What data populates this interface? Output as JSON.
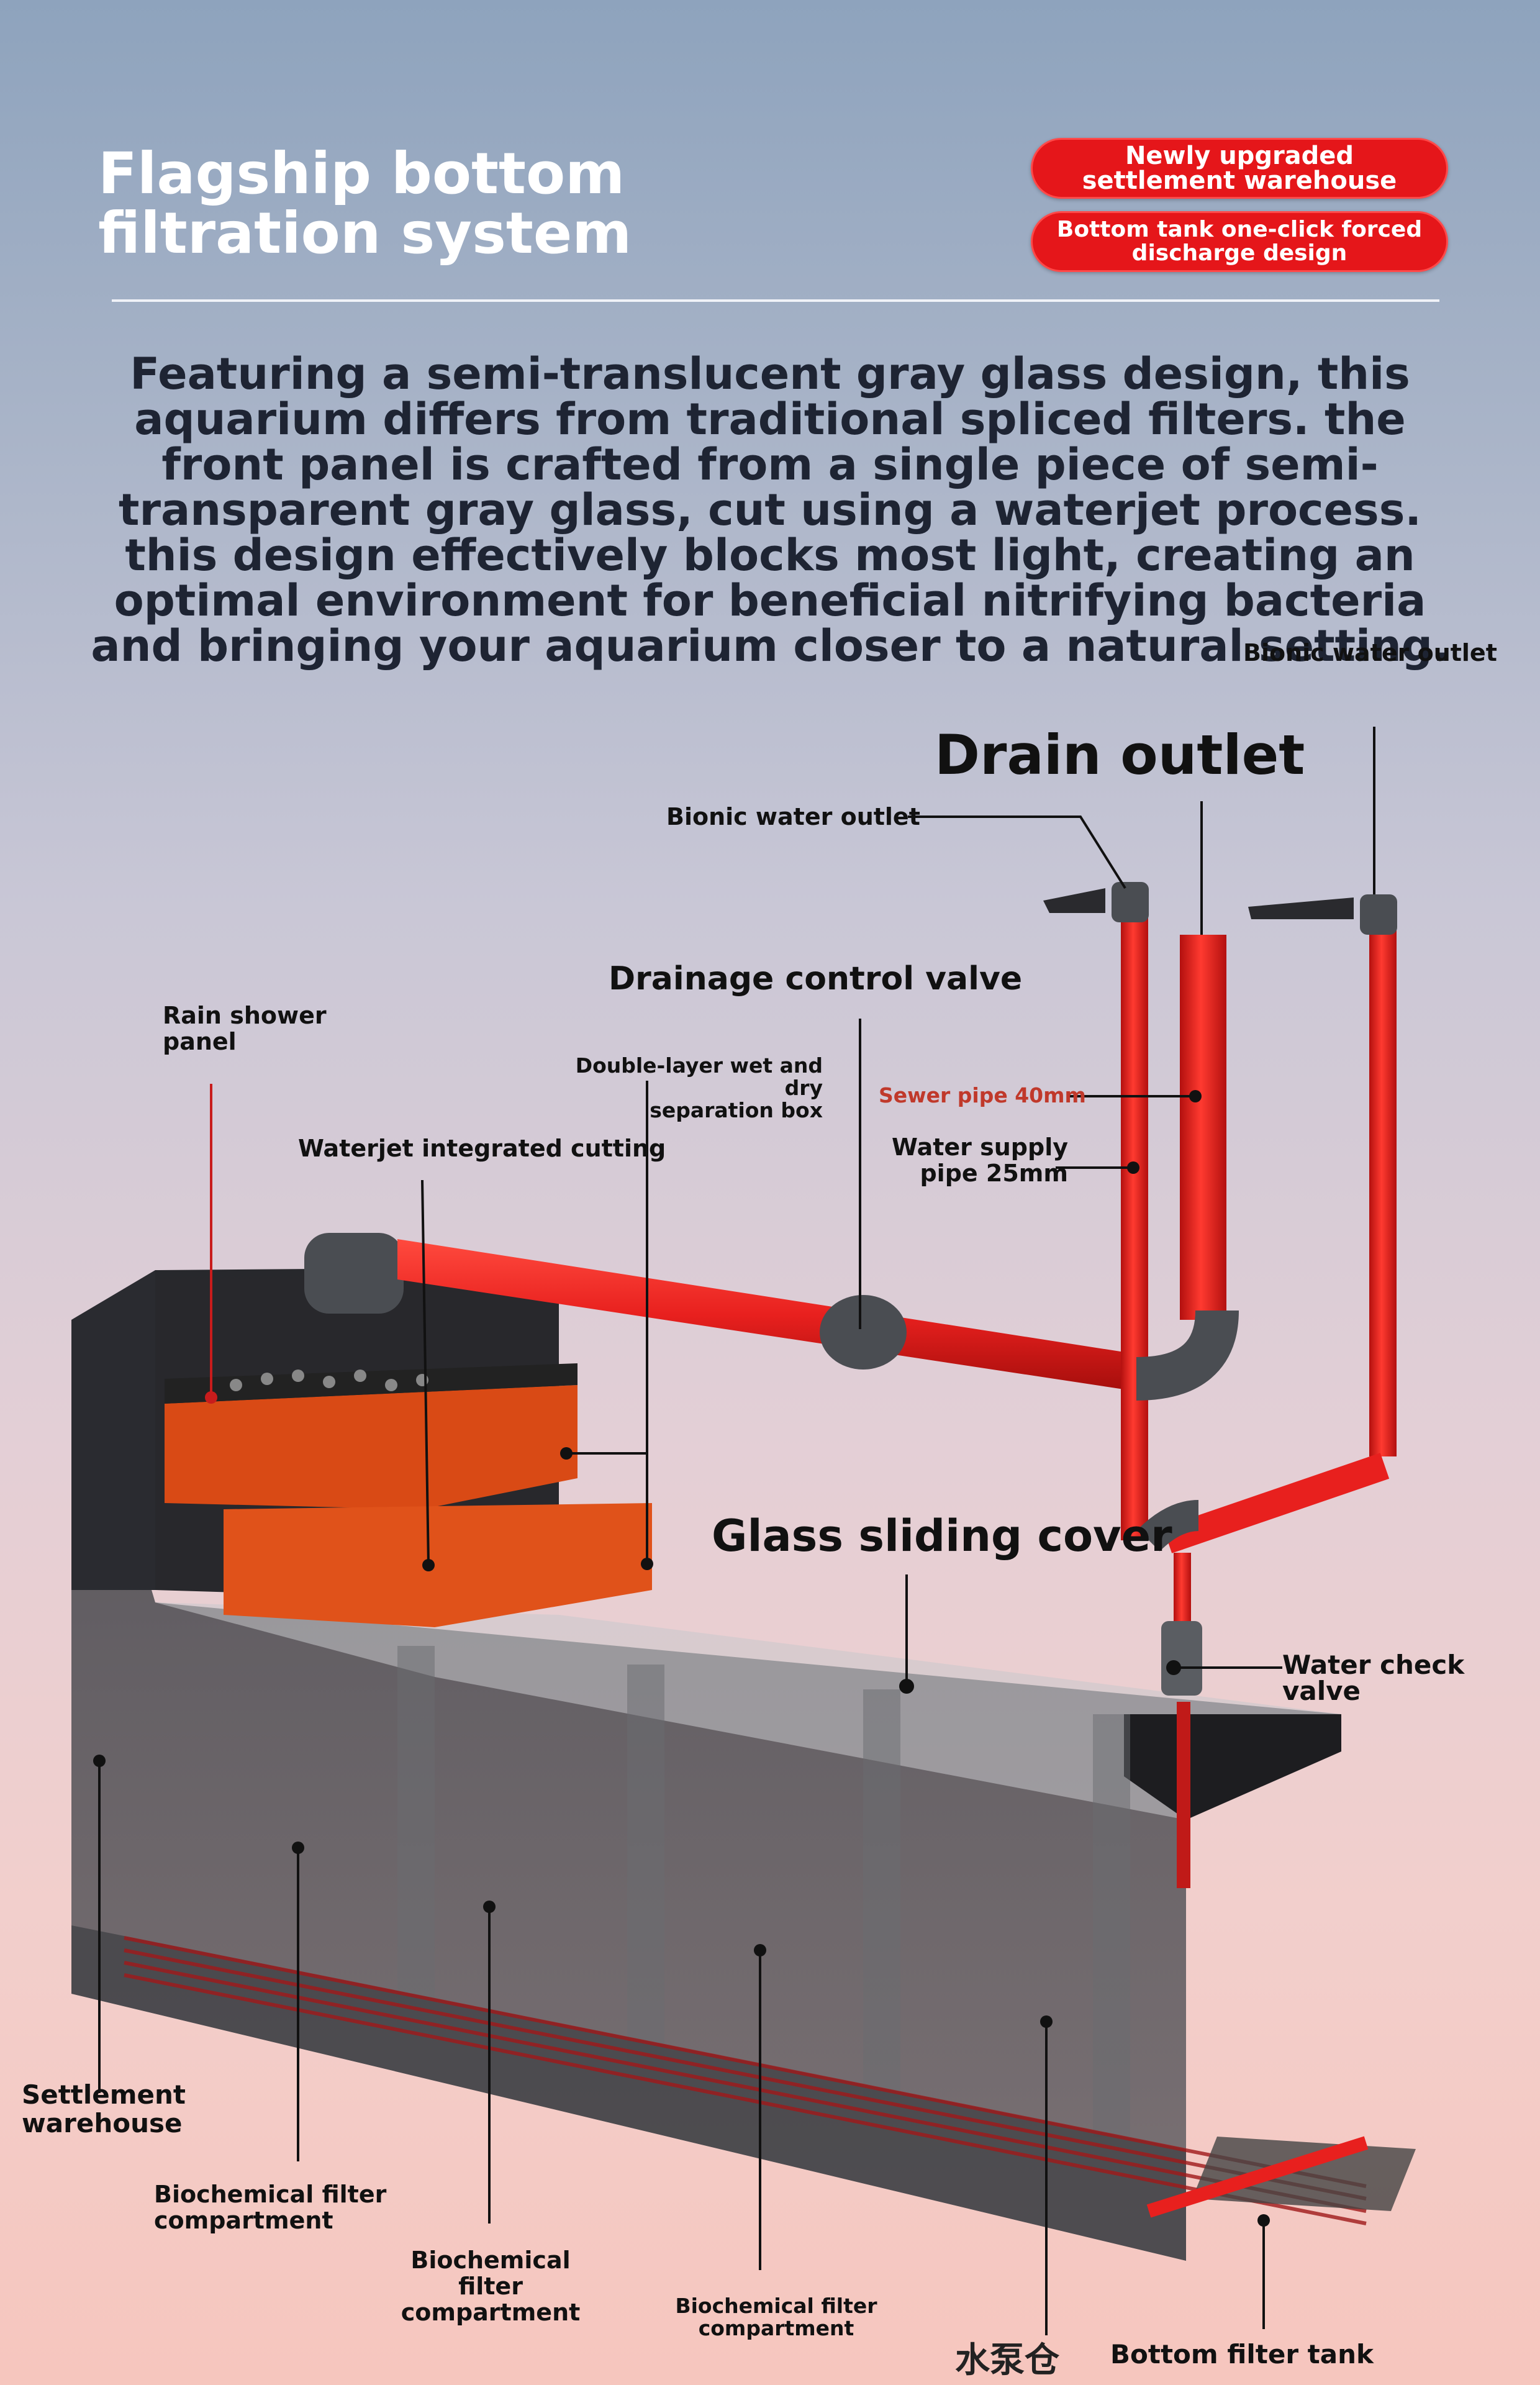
{
  "header": {
    "title": "Flagship bottom filtration system",
    "badges": [
      {
        "line1": "Newly upgraded",
        "line2": "settlement warehouse"
      },
      {
        "line1": "Bottom tank one-click forced",
        "line2": "discharge design"
      }
    ]
  },
  "description": "Featuring a semi-translucent gray glass design, this aquarium differs from traditional spliced filters. the front panel is crafted from a single piece of semi-transparent gray glass, cut using a waterjet process. this design effectively blocks most light, creating an optimal environment for beneficial nitrifying bacteria and bringing your aquarium closer to a natural setting.",
  "colors": {
    "accent_red": "#e5161a",
    "pipe_red": "#e8201e",
    "pipe_gray": "#4a4d52",
    "orange_box": "#e0521a",
    "tank_glass": "#2e2f33"
  },
  "labels": {
    "bionic_outlet_right": "Bionic water outlet",
    "drain_outlet": "Drain outlet",
    "bionic_outlet_left": "Bionic water outlet",
    "drainage_valve": "Drainage control valve",
    "rain_shower_1": "Rain shower",
    "rain_shower_2": "panel",
    "double_layer_1": "Double-layer wet and dry",
    "double_layer_2": "separation box",
    "sewer_pipe": "Sewer pipe 40mm",
    "water_supply_1": "Water supply",
    "water_supply_2": "pipe 25mm",
    "waterjet": "Waterjet integrated cutting",
    "glass_cover": "Glass sliding cover",
    "check_valve": "Water check valve",
    "settlement_1": "Settlement",
    "settlement_2": "warehouse",
    "biochem_a_1": "Biochemical filter",
    "biochem_a_2": "compartment",
    "biochem_b_1": "Biochemical filter",
    "biochem_b_2": "compartment",
    "biochem_c_1": "Biochemical filter",
    "biochem_c_2": "compartment",
    "bottom_tank": "Bottom filter tank",
    "pump_partial": "水泵仓"
  }
}
